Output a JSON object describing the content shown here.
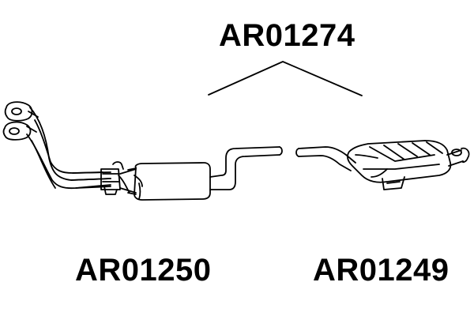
{
  "labels": {
    "center_part": "AR01274",
    "left_part": "AR01250",
    "right_part": "AR01249"
  },
  "colors": {
    "ink": "#000000",
    "background": "#ffffff"
  }
}
